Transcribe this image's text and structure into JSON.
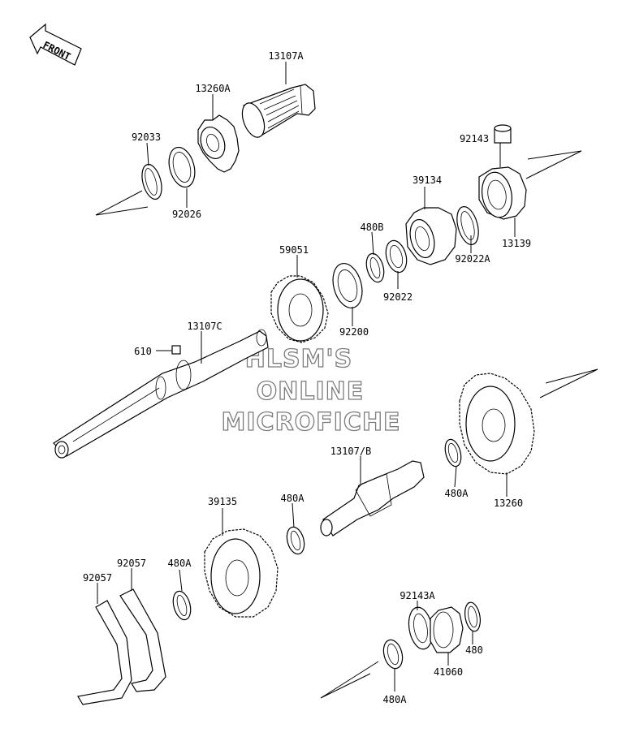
{
  "front_label": "FRONT",
  "watermark": [
    "HLSM'S",
    "ONLINE",
    "MICROFICHE"
  ],
  "labels": [
    "13107A",
    "13260A",
    "92033",
    "92026",
    "92143",
    "13139",
    "39134",
    "92022A",
    "480B",
    "92022",
    "59051",
    "92200",
    "13107C",
    "610",
    "13107/B",
    "480A",
    "13260",
    "39135",
    "480A",
    "480A",
    "92057",
    "92057",
    "92143A",
    "480",
    "41060",
    "480A"
  ]
}
